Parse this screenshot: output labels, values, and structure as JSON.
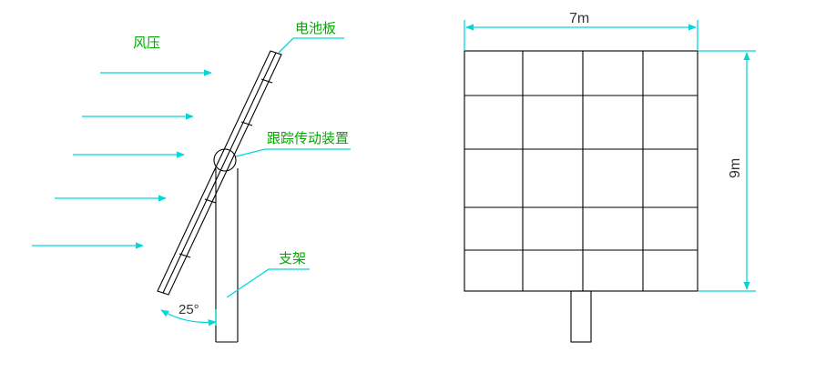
{
  "left_diagram": {
    "wind_label": "风压",
    "panel_label": "电池板",
    "tracker_label": "跟踪传动装置",
    "support_label": "支架",
    "angle_label": "25°"
  },
  "right_diagram": {
    "width_label": "7m",
    "height_label": "9m",
    "grid_rows": 5,
    "grid_cols": 4
  },
  "colors": {
    "label_green": "#00aa00",
    "dimension_cyan": "#00d8d8",
    "line_black": "#000000"
  }
}
